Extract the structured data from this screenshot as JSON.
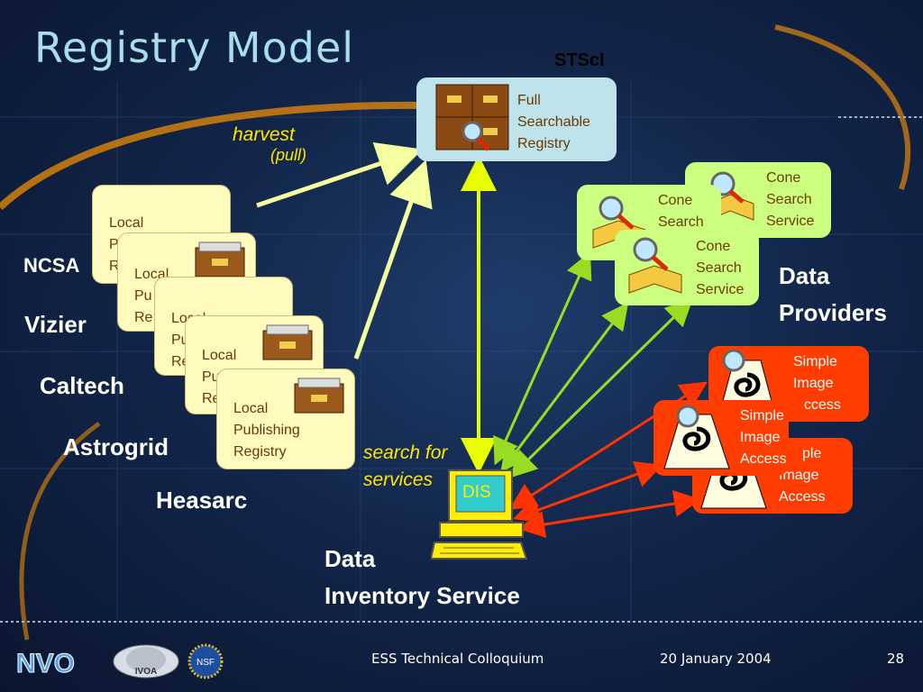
{
  "slide": {
    "title": "Registry Model",
    "stsci": "STScI",
    "full_registry": [
      "Full",
      "Searchable",
      "Registry"
    ],
    "harvest": "harvest",
    "pull": "(pull)",
    "local_registry": [
      "Local",
      "Publishing",
      "Registry"
    ],
    "local_partial_a": [
      "Local",
      "P",
      "R"
    ],
    "local_partial_b": [
      "Local",
      "Pu",
      "Re"
    ],
    "local_partial_c": [
      "Local",
      "Pu",
      "Re"
    ],
    "local_partial_d": [
      "Local",
      "Pu",
      "Re"
    ],
    "sources": [
      "NCSA",
      "Vizier",
      "Caltech",
      "Astrogrid",
      "Heasarc"
    ],
    "cone_search": [
      "Cone",
      "Search",
      "Service"
    ],
    "cone_partial": [
      "Cone",
      "Search"
    ],
    "data_providers": [
      "Data",
      "Providers"
    ],
    "simple_image_access": [
      "Simple",
      "Image",
      "Access"
    ],
    "sia_partial_back": [
      "Simple",
      "Image",
      "ccess"
    ],
    "sia_partial_bottom": [
      "ple",
      "Image",
      "Access"
    ],
    "search_for_services": [
      "search for",
      "services"
    ],
    "dis_screen": "DIS",
    "data_inventory_service": [
      "Data",
      "Inventory Service"
    ]
  },
  "footer": {
    "logos": [
      "NVO",
      "IVOA",
      "NSF"
    ],
    "event": "ESS Technical Colloquium",
    "date": "20 January 2004",
    "page": "28"
  },
  "colors": {
    "title": "#a9dde8",
    "local_box": "#fffbbf",
    "cone_box": "#ccff7f",
    "sia_box": "#ff3d00",
    "harvest_arrow": "#f4ffa0",
    "search_arrow": "#e8ff00",
    "green_arrow": "#99dd22",
    "red_arrow": "#ff3300",
    "label_yellow": "#ffe600"
  }
}
